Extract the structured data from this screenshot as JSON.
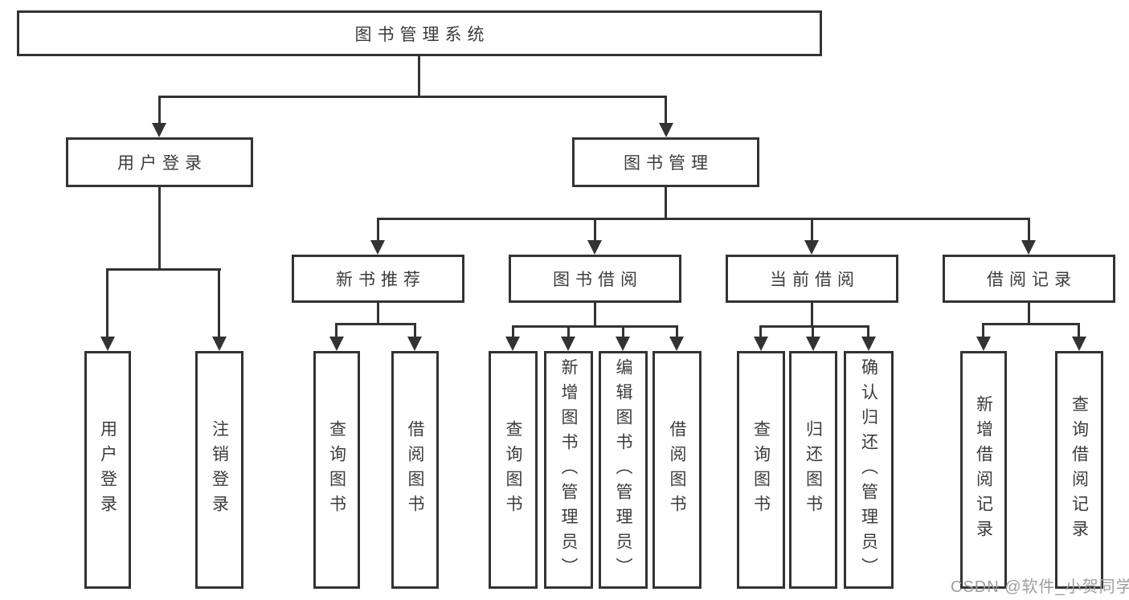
{
  "colors": {
    "line": "#333333",
    "text": "#3c3c3c",
    "bg": "#ffffff",
    "watermark": "#9e9e9e"
  },
  "watermark": "CSDN @软件_小贺同学",
  "tree": {
    "root": {
      "label": "图书管理系统"
    },
    "branches": [
      {
        "label": "用户登录",
        "children": [
          {
            "label": "用户登录"
          },
          {
            "label": "注销登录"
          }
        ]
      },
      {
        "label": "图书管理",
        "groups": [
          {
            "label": "新书推荐",
            "children": [
              {
                "label": "查询图书"
              },
              {
                "label": "借阅图书"
              }
            ]
          },
          {
            "label": "图书借阅",
            "children": [
              {
                "label": "查询图书"
              },
              {
                "label": "新增图书（管理员）"
              },
              {
                "label": "编辑图书（管理员）"
              },
              {
                "label": "借阅图书"
              }
            ]
          },
          {
            "label": "当前借阅",
            "children": [
              {
                "label": "查询图书"
              },
              {
                "label": "归还图书"
              },
              {
                "label": "确认归还（管理员）"
              }
            ]
          },
          {
            "label": "借阅记录",
            "children": [
              {
                "label": "新增借阅记录"
              },
              {
                "label": "查询借阅记录"
              }
            ]
          }
        ]
      }
    ]
  }
}
